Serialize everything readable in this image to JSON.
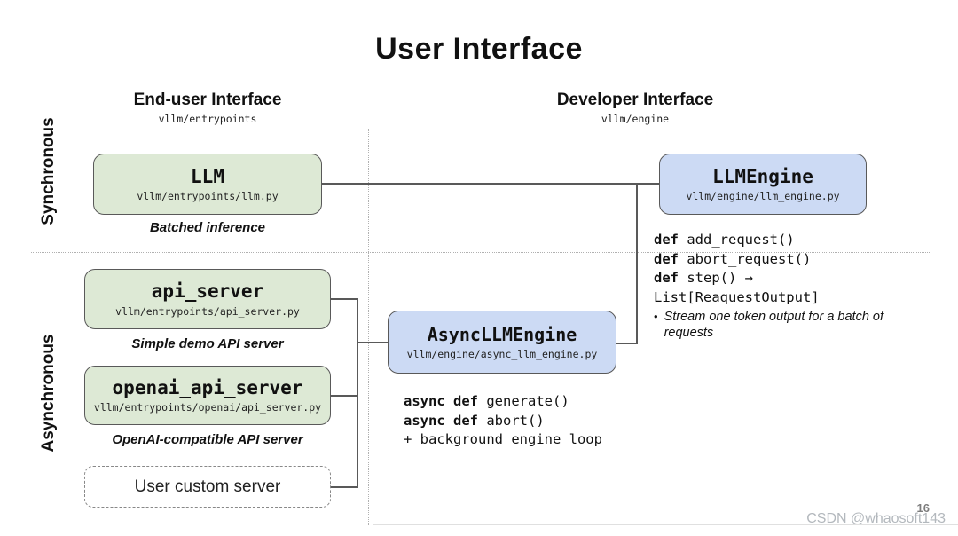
{
  "title": "User Interface",
  "columns": {
    "end_user": {
      "label": "End-user Interface",
      "path": "vllm/entrypoints"
    },
    "developer": {
      "label": "Developer Interface",
      "path": "vllm/engine"
    }
  },
  "rows": {
    "sync_label": "Synchronous",
    "async_label": "Asynchronous"
  },
  "boxes": {
    "llm": {
      "title": "LLM",
      "path": "vllm/entrypoints/llm.py",
      "caption": "Batched inference"
    },
    "llm_engine": {
      "title": "LLMEngine",
      "path": "vllm/engine/llm_engine.py"
    },
    "api_server": {
      "title": "api_server",
      "path": "vllm/entrypoints/api_server.py",
      "caption": "Simple demo API server"
    },
    "openai_api_server": {
      "title": "openai_api_server",
      "path": "vllm/entrypoints/openai/api_server.py",
      "caption": "OpenAI-compatible API server"
    },
    "user_custom_server": {
      "title": "User custom server"
    },
    "async_llm_engine": {
      "title": "AsyncLLMEngine",
      "path": "vllm/engine/async_llm_engine.py"
    }
  },
  "llm_engine_api": {
    "lines": [
      {
        "kw": "def",
        "code": " add_request()"
      },
      {
        "kw": "def",
        "code": " abort_request()"
      },
      {
        "kw": "def",
        "code": " step() →"
      },
      {
        "kw": "",
        "code": "List[ReaquestOutput]"
      }
    ],
    "bullet_marker": "•",
    "bullet": "Stream one token output for a batch of requests"
  },
  "async_engine_api": {
    "lines": [
      {
        "kw": "async def",
        "code": " generate()"
      },
      {
        "kw": "async def",
        "code": " abort()"
      },
      {
        "kw": "",
        "code": "+ background engine loop"
      }
    ]
  },
  "footer": {
    "page_number": "16",
    "watermark": "CSDN @whaosoft143"
  },
  "colors": {
    "green_fill": "#dde9d5",
    "blue_fill": "#ccdaf4",
    "border": "#595959"
  }
}
